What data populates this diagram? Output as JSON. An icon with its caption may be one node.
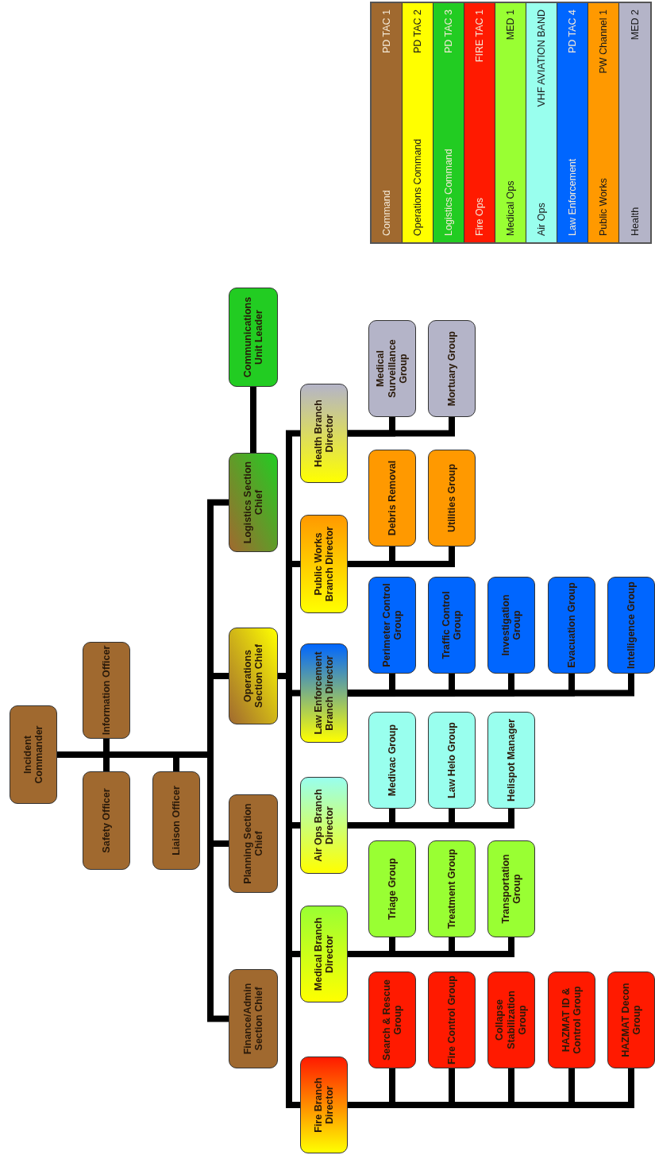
{
  "diagram": {
    "nodes": [
      {
        "text": [
          "Incident Commander"
        ]
      },
      {
        "text": [
          "Information Officer"
        ]
      },
      {
        "text": [
          "Safety Officer"
        ]
      },
      {
        "text": [
          "Liaison Officer"
        ]
      },
      {
        "text": [
          "Finance/Admin Section Chief"
        ]
      },
      {
        "text": [
          "Planning Section Chief"
        ]
      },
      {
        "text": [
          "Operations Section Chief"
        ]
      },
      {
        "text": [
          "Logistics Section Chief"
        ]
      },
      {
        "text": [
          "Communications Unit Leader"
        ]
      },
      {
        "text": [
          "Fire Branch Director"
        ]
      },
      {
        "text": [
          "Medical Branch Director"
        ]
      },
      {
        "text": [
          "Air Ops Branch Director"
        ]
      },
      {
        "text": [
          "Law Enforcement Branch Director"
        ]
      },
      {
        "text": [
          "Public Works Branch Director"
        ]
      },
      {
        "text": [
          "Health Branch Director"
        ]
      },
      {
        "text": [
          "Search & Rescue Group"
        ]
      },
      {
        "text": [
          "Fire Control Group"
        ]
      },
      {
        "text": [
          "Collapse Stabilization Group"
        ]
      },
      {
        "text": [
          "HAZMAT ID & Control Group"
        ]
      },
      {
        "text": [
          "HAZMAT Decon Group"
        ]
      },
      {
        "text": [
          "Triage Group"
        ]
      },
      {
        "text": [
          "Treatment Group"
        ]
      },
      {
        "text": [
          "Transportation Group"
        ]
      },
      {
        "text": [
          "Medivac Group"
        ]
      },
      {
        "text": [
          "Law Helo Group"
        ]
      },
      {
        "text": [
          "Helispot Manager"
        ]
      },
      {
        "text": [
          "Perimeter Control Group"
        ]
      },
      {
        "text": [
          "Traffic Control Group"
        ]
      },
      {
        "text": [
          "Investigation Group"
        ]
      },
      {
        "text": [
          "Evacuation Group"
        ]
      },
      {
        "text": [
          "Intelligence Group"
        ]
      },
      {
        "text": [
          "Debris Removal"
        ]
      },
      {
        "text": [
          "Utilities Group"
        ]
      },
      {
        "text": [
          "Medical Surveillance Group"
        ]
      },
      {
        "text": [
          "Mortuary Group"
        ]
      }
    ],
    "edges": [
      {
        "from": 0,
        "to": 1,
        "arrow": "none"
      },
      {
        "from": 0,
        "to": 2,
        "arrow": "none"
      },
      {
        "from": 0,
        "to": 3,
        "arrow": "none"
      },
      {
        "from": 0,
        "to": 4,
        "arrow": "none"
      },
      {
        "from": 0,
        "to": 5,
        "arrow": "none"
      },
      {
        "from": 0,
        "to": 6,
        "arrow": "none"
      },
      {
        "from": 0,
        "to": 7,
        "arrow": "none"
      },
      {
        "from": 7,
        "to": 8,
        "arrow": "none"
      },
      {
        "from": 6,
        "to": 9,
        "arrow": "none"
      },
      {
        "from": 6,
        "to": 10,
        "arrow": "none"
      },
      {
        "from": 6,
        "to": 11,
        "arrow": "none"
      },
      {
        "from": 6,
        "to": 12,
        "arrow": "none"
      },
      {
        "from": 6,
        "to": 13,
        "arrow": "none"
      },
      {
        "from": 6,
        "to": 14,
        "arrow": "none"
      },
      {
        "from": 9,
        "to": 15,
        "arrow": "none"
      },
      {
        "from": 9,
        "to": 16,
        "arrow": "none"
      },
      {
        "from": 9,
        "to": 17,
        "arrow": "none"
      },
      {
        "from": 9,
        "to": 18,
        "arrow": "none"
      },
      {
        "from": 9,
        "to": 19,
        "arrow": "none"
      },
      {
        "from": 10,
        "to": 20,
        "arrow": "none"
      },
      {
        "from": 10,
        "to": 21,
        "arrow": "none"
      },
      {
        "from": 10,
        "to": 22,
        "arrow": "none"
      },
      {
        "from": 11,
        "to": 23,
        "arrow": "none"
      },
      {
        "from": 11,
        "to": 24,
        "arrow": "none"
      },
      {
        "from": 11,
        "to": 25,
        "arrow": "none"
      },
      {
        "from": 12,
        "to": 26,
        "arrow": "none"
      },
      {
        "from": 12,
        "to": 27,
        "arrow": "none"
      },
      {
        "from": 12,
        "to": 28,
        "arrow": "none"
      },
      {
        "from": 12,
        "to": 29,
        "arrow": "none"
      },
      {
        "from": 12,
        "to": 30,
        "arrow": "none"
      },
      {
        "from": 13,
        "to": 31,
        "arrow": "none"
      },
      {
        "from": 13,
        "to": 32,
        "arrow": "none"
      },
      {
        "from": 14,
        "to": 33,
        "arrow": "none"
      },
      {
        "from": 14,
        "to": 34,
        "arrow": "none"
      }
    ],
    "labels": [
      "PD TAC 1",
      "PD TAC 2",
      "PD TAC 3",
      "FIRE TAC 1",
      "MED 1",
      "VHF AVIATION BAND",
      "PD TAC 4",
      "PW Channel 1",
      "MED 2"
    ],
    "legend": [
      {
        "text": "Command",
        "color": "#a0692f"
      },
      {
        "text": "Operations Command",
        "color": "#ffff00"
      },
      {
        "text": "Logistics Command",
        "color": "#22cc22"
      },
      {
        "text": "Fire Ops",
        "color": "#ff1a00"
      },
      {
        "text": "Medical Ops",
        "color": "#99ff33"
      },
      {
        "text": "Air Ops",
        "color": "#99ffee"
      },
      {
        "text": "Law Enforcement",
        "color": "#0066ff"
      },
      {
        "text": "Public Works",
        "color": "#ff9900"
      },
      {
        "text": "Health",
        "color": "#b4b4c8"
      }
    ]
  }
}
